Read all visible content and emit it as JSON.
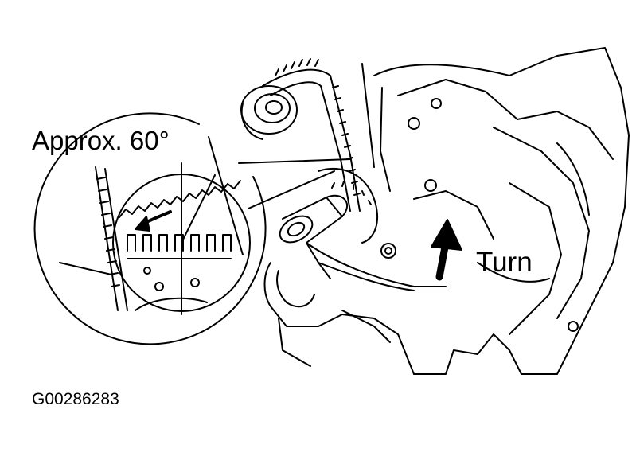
{
  "labels": {
    "angle": "Approx. 60°",
    "turn": "Turn",
    "figure_code": "G00286283"
  },
  "colors": {
    "ink": "#000000",
    "paper": "#ffffff"
  },
  "icons": {
    "rotation_arrow": "curved-arrow-left-icon",
    "turn_arrow": "up-arrow-icon"
  }
}
